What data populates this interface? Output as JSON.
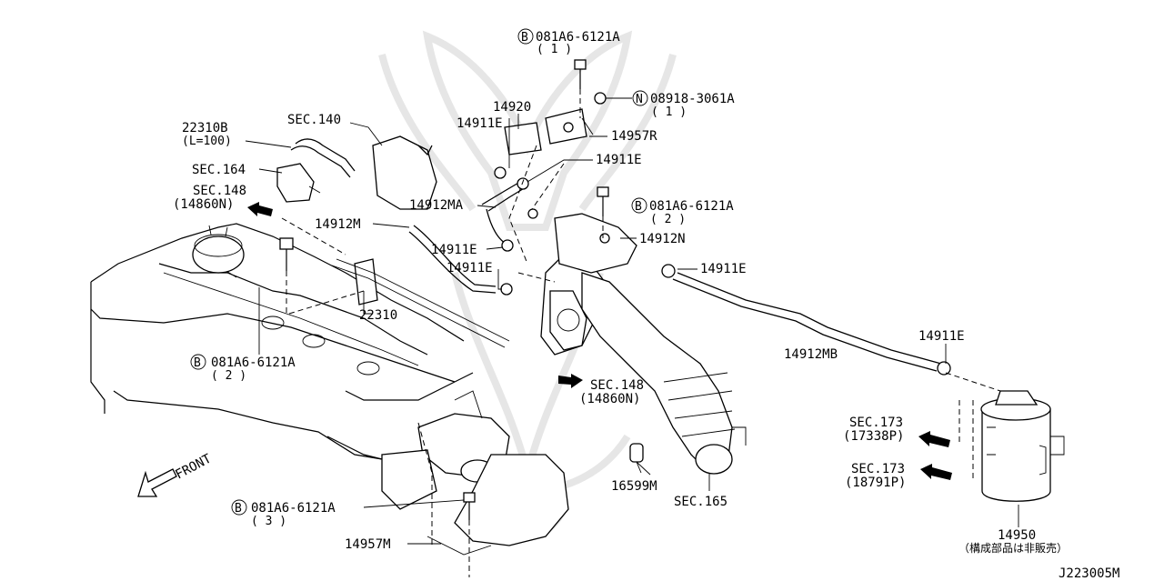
{
  "diagram": {
    "watermark": "samurai-helmet-watermark",
    "labels": {
      "p_081A6_6121A_top": "081A6-6121A",
      "p_081A6_6121A_top_qty": "( 1 )",
      "p_08918_3061A": "08918-3061A",
      "p_08918_3061A_qty": "( 1 )",
      "p_14920": "14920",
      "p_14911E_a": "14911E",
      "p_14957R": "14957R",
      "p_14911E_b": "14911E",
      "p_081A6_6121A_mid": "081A6-6121A",
      "p_081A6_6121A_mid_qty": "( 2 )",
      "p_14912MA": "14912MA",
      "p_14912M": "14912M",
      "p_14912N": "14912N",
      "p_14911E_c": "14911E",
      "p_14911E_d": "14911E",
      "p_14911E_e": "14911E",
      "p_14911E_f": "14911E",
      "p_22310B": "22310B",
      "p_22310B_len": "(L=100)",
      "sec_140": "SEC.140",
      "sec_164": "SEC.164",
      "sec_148_top": "SEC.148",
      "sec_148_top_sub": "(14860N)",
      "p_22310": "22310",
      "p_081A6_6121A_left": "081A6-6121A",
      "p_081A6_6121A_left_qty": "( 2 )",
      "sec_148_mid": "SEC.148",
      "sec_148_mid_sub": "(14860N)",
      "p_14912MB": "14912MB",
      "sec_173_a": "SEC.173",
      "sec_173_a_sub": "(17338P)",
      "sec_173_b": "SEC.173",
      "sec_173_b_sub": "(18791P)",
      "front": "FRONT",
      "p_16599M": "16599M",
      "sec_165": "SEC.165",
      "p_081A6_6121A_bot": "081A6-6121A",
      "p_081A6_6121A_bot_qty": "( 3 )",
      "p_14957M": "14957M",
      "p_14950": "14950",
      "p_14950_note": "（構成部品は非販売）",
      "drawing_code": "J223005M",
      "bolt_marker": "B",
      "nut_marker": "N"
    }
  }
}
